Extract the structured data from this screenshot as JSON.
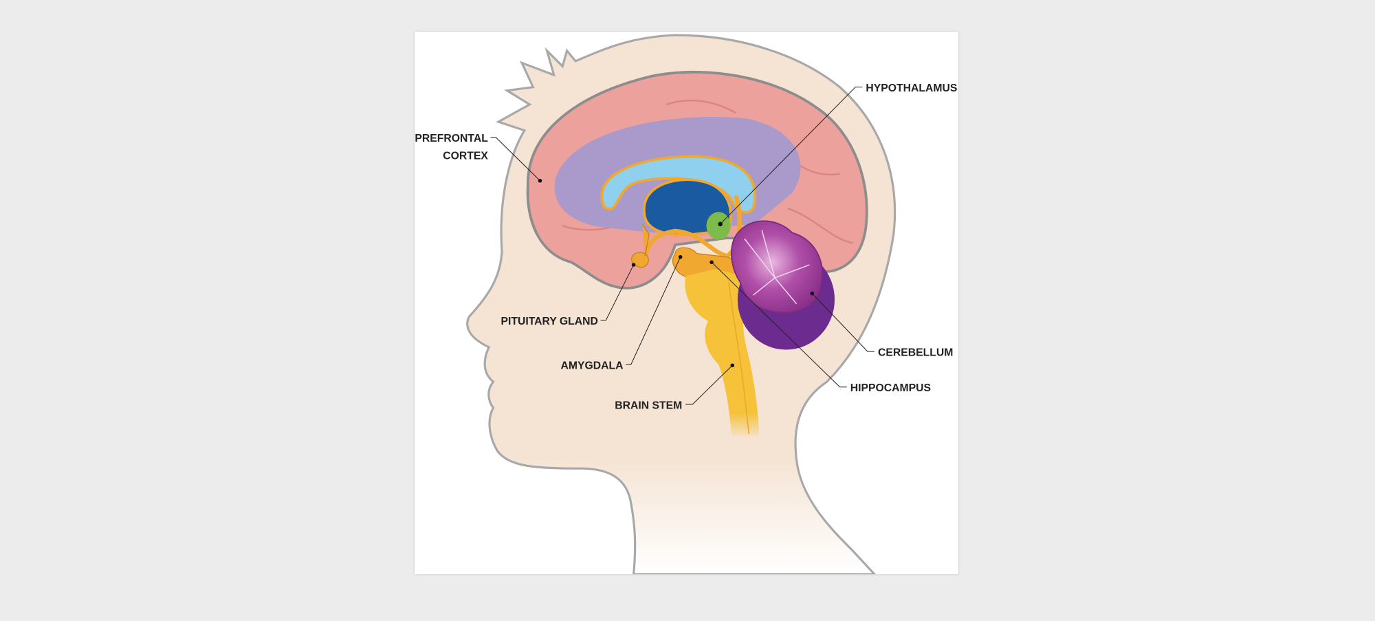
{
  "diagram": {
    "labels": {
      "prefrontal_line1": "PREFRONTAL",
      "prefrontal_line2": "CORTEX",
      "hypothalamus": "HYPOTHALAMUS",
      "pituitary": "PITUITARY GLAND",
      "amygdala": "AMYGDALA",
      "brain_stem": "BRAIN STEM",
      "cerebellum": "CEREBELLUM",
      "hippocampus": "HIPPOCAMPUS"
    },
    "colors": {
      "background": "#ececec",
      "skin": "#f5e3d3",
      "cerebrum": "#eda19d",
      "ventricle_region": "#a99acb",
      "corpus_callosum": "#8fd0ef",
      "thalamus": "#1a5aa0",
      "limbic": "#f0a830",
      "brain_stem": "#f5c23a",
      "hypothalamus": "#7dbb4a",
      "cerebellum": "#9b3c98",
      "cerebellum_outer": "#6b2b8f"
    }
  }
}
